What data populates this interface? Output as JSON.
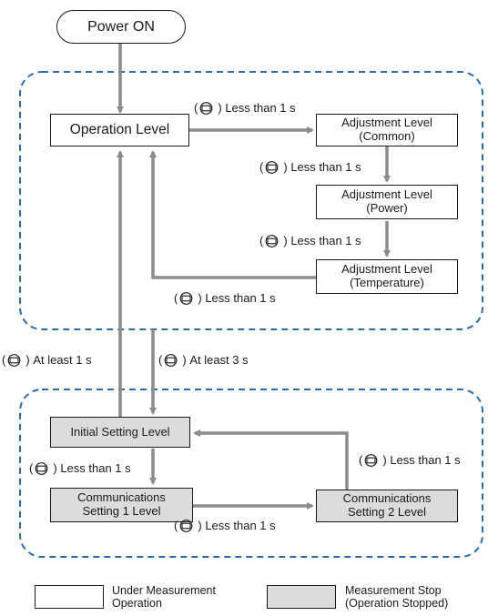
{
  "power_on": "Power ON",
  "levels": {
    "operation": "Operation Level",
    "adj_common": [
      "Adjustment Level",
      "(Common)"
    ],
    "adj_power": [
      "Adjustment Level",
      "(Power)"
    ],
    "adj_temperature": [
      "Adjustment Level",
      "(Temperature)"
    ],
    "initial_setting": "Initial Setting Level",
    "comm1": [
      "Communications",
      "Setting 1 Level"
    ],
    "comm2": [
      "Communications",
      "Setting 2 Level"
    ]
  },
  "transitions": {
    "op_to_common": "Less than 1 s",
    "common_to_power": "Less than 1 s",
    "power_to_temp": "Less than 1 s",
    "temp_to_op": "Less than 1 s",
    "to_op_at_least": "At least 1 s",
    "to_initial_at_least": "At least 3 s",
    "initial_to_comm1": "Less than 1 s",
    "comm1_to_comm2": "Less than 1 s",
    "comm2_to_initial": "Less than 1 s"
  },
  "key_icon": "mode-key-icon",
  "legend": {
    "running": [
      "Under Measurement",
      "Operation"
    ],
    "stopped": [
      "Measurement Stop",
      "(Operation Stopped)"
    ]
  },
  "colors": {
    "dash_border": "#2b6cb0",
    "arrow": "#8c8c8c",
    "stopped_fill": "#dcdcdc"
  }
}
